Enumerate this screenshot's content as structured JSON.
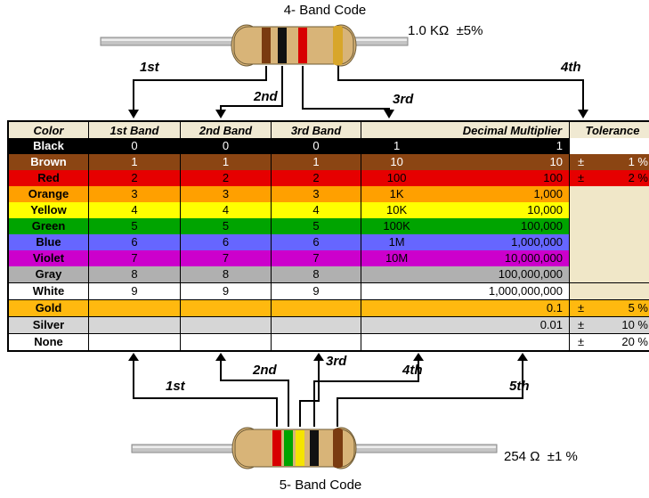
{
  "top_resistor": {
    "title": "4- Band Code",
    "value_label": "1.0 KΩ  ±5%",
    "band_labels": [
      "1st",
      "2nd",
      "3rd",
      "4th"
    ],
    "band_colors_order": [
      "brown",
      "black",
      "red",
      "gold"
    ]
  },
  "bottom_resistor": {
    "title": "5- Band Code",
    "value_label": "254 Ω  ±1 %",
    "band_labels": [
      "1st",
      "2nd",
      "3rd",
      "4th",
      "5th"
    ],
    "band_colors_order": [
      "red",
      "green",
      "yellow",
      "black",
      "brown"
    ]
  },
  "band_colors": {
    "brown": "#7A3B10",
    "black": "#111111",
    "red": "#D80000",
    "gold": "#D8A62A",
    "green": "#00A400",
    "yellow": "#F5E400"
  },
  "resistor": {
    "body_color": "#D8B478",
    "lead_color": "#C4C4C4"
  },
  "table": {
    "headers": [
      "Color",
      "1st Band",
      "2nd Band",
      "3rd Band",
      "Decimal Multiplier",
      "Tolerance"
    ],
    "header_bg": "#F0E9D2",
    "blank_tolerance_bg": "#F0E7C8",
    "rows": [
      {
        "name": "Black",
        "bg": "#000000",
        "fg": "#FFFFFF",
        "b1": "0",
        "b2": "0",
        "b3": "0",
        "mult_short": "1",
        "mult_full": "1",
        "tol_pm": "",
        "tol_val": "",
        "tol_bg": "#FFFFFF",
        "tol_fg": "#000000"
      },
      {
        "name": "Brown",
        "bg": "#8B4513",
        "fg": "#FFFFFF",
        "b1": "1",
        "b2": "1",
        "b3": "1",
        "mult_short": "10",
        "mult_full": "10",
        "tol_pm": "±",
        "tol_val": "1 %",
        "tol_bg": "#8B4513",
        "tol_fg": "#FFFFFF"
      },
      {
        "name": "Red",
        "bg": "#E60000",
        "fg": "#000000",
        "b1": "2",
        "b2": "2",
        "b3": "2",
        "mult_short": "100",
        "mult_full": "100",
        "tol_pm": "±",
        "tol_val": "2 %",
        "tol_bg": "#E60000",
        "tol_fg": "#000000"
      },
      {
        "name": "Orange",
        "bg": "#FFA000",
        "fg": "#000000",
        "b1": "3",
        "b2": "3",
        "b3": "3",
        "mult_short": "1K",
        "mult_full": "1,000",
        "tol_pm": "",
        "tol_val": "",
        "tol_bg": "#F0E7C8",
        "tol_fg": "#000000"
      },
      {
        "name": "Yellow",
        "bg": "#FFFF00",
        "fg": "#000000",
        "b1": "4",
        "b2": "4",
        "b3": "4",
        "mult_short": "10K",
        "mult_full": "10,000",
        "tol_pm": "",
        "tol_val": "",
        "tol_bg": "#F0E7C8",
        "tol_fg": "#000000"
      },
      {
        "name": "Green",
        "bg": "#00A400",
        "fg": "#000000",
        "b1": "5",
        "b2": "5",
        "b3": "5",
        "mult_short": "100K",
        "mult_full": "100,000",
        "tol_pm": "",
        "tol_val": "",
        "tol_bg": "#F0E7C8",
        "tol_fg": "#000000"
      },
      {
        "name": "Blue",
        "bg": "#6666FF",
        "fg": "#000000",
        "b1": "6",
        "b2": "6",
        "b3": "6",
        "mult_short": "1M",
        "mult_full": "1,000,000",
        "tol_pm": "",
        "tol_val": "",
        "tol_bg": "#F0E7C8",
        "tol_fg": "#000000"
      },
      {
        "name": "Violet",
        "bg": "#CC00CC",
        "fg": "#000000",
        "b1": "7",
        "b2": "7",
        "b3": "7",
        "mult_short": "10M",
        "mult_full": "10,000,000",
        "tol_pm": "",
        "tol_val": "",
        "tol_bg": "#F0E7C8",
        "tol_fg": "#000000"
      },
      {
        "name": "Gray",
        "bg": "#B0B0B0",
        "fg": "#000000",
        "b1": "8",
        "b2": "8",
        "b3": "8",
        "mult_short": "",
        "mult_full": "100,000,000",
        "tol_pm": "",
        "tol_val": "",
        "tol_bg": "#F0E7C8",
        "tol_fg": "#000000"
      },
      {
        "name": "White",
        "bg": "#FFFFFF",
        "fg": "#000000",
        "b1": "9",
        "b2": "9",
        "b3": "9",
        "mult_short": "",
        "mult_full": "1,000,000,000",
        "tol_pm": "",
        "tol_val": "",
        "tol_bg": "#F0E7C8",
        "tol_fg": "#000000"
      },
      {
        "name": "Gold",
        "bg": "#FFB90F",
        "fg": "#000000",
        "b1": "",
        "b2": "",
        "b3": "",
        "mult_short": "",
        "mult_full": "0.1",
        "tol_pm": "±",
        "tol_val": "5 %",
        "tol_bg": "#FFB90F",
        "tol_fg": "#000000"
      },
      {
        "name": "Silver",
        "bg": "#D6D6D6",
        "fg": "#000000",
        "b1": "",
        "b2": "",
        "b3": "",
        "mult_short": "",
        "mult_full": "0.01",
        "tol_pm": "±",
        "tol_val": "10 %",
        "tol_bg": "#D6D6D6",
        "tol_fg": "#000000"
      },
      {
        "name": "None",
        "bg": "#FFFFFF",
        "fg": "#000000",
        "b1": "",
        "b2": "",
        "b3": "",
        "mult_short": "",
        "mult_full": "",
        "tol_pm": "±",
        "tol_val": "20 %",
        "tol_bg": "#FFFFFF",
        "tol_fg": "#000000"
      }
    ]
  }
}
